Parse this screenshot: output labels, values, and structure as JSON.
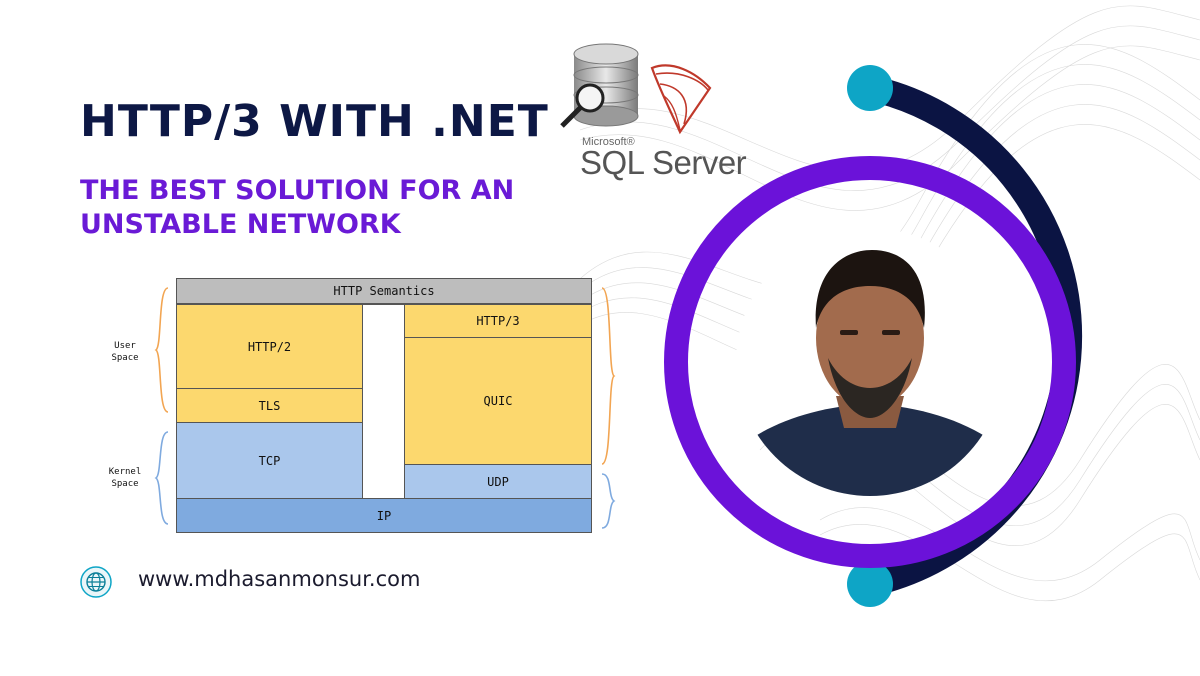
{
  "title": "HTTP/3 WITH .NET",
  "subtitle": "THE BEST SOLUTION FOR AN UNSTABLE NETWORK",
  "logo": {
    "brand_small": "Microsoft®",
    "brand_big": "SQL Server"
  },
  "stack": {
    "http_semantics": "HTTP Semantics",
    "http2": "HTTP/2",
    "tls": "TLS",
    "tcp": "TCP",
    "http3": "HTTP/3",
    "quic": "QUIC",
    "udp": "UDP",
    "ip": "IP",
    "user_space": "User\nSpace",
    "kernel_space": "Kernel\nSpace"
  },
  "website": "www.mdhasanmonsur.com",
  "colors": {
    "title": "#0d1845",
    "subtitle": "#6a1ad6",
    "ring_purple": "#6b12d9",
    "ring_navy": "#0b1443",
    "accent_teal": "#0ea5c6"
  },
  "icons": {
    "website": "globe-icon",
    "logo": "database-search-icon"
  }
}
